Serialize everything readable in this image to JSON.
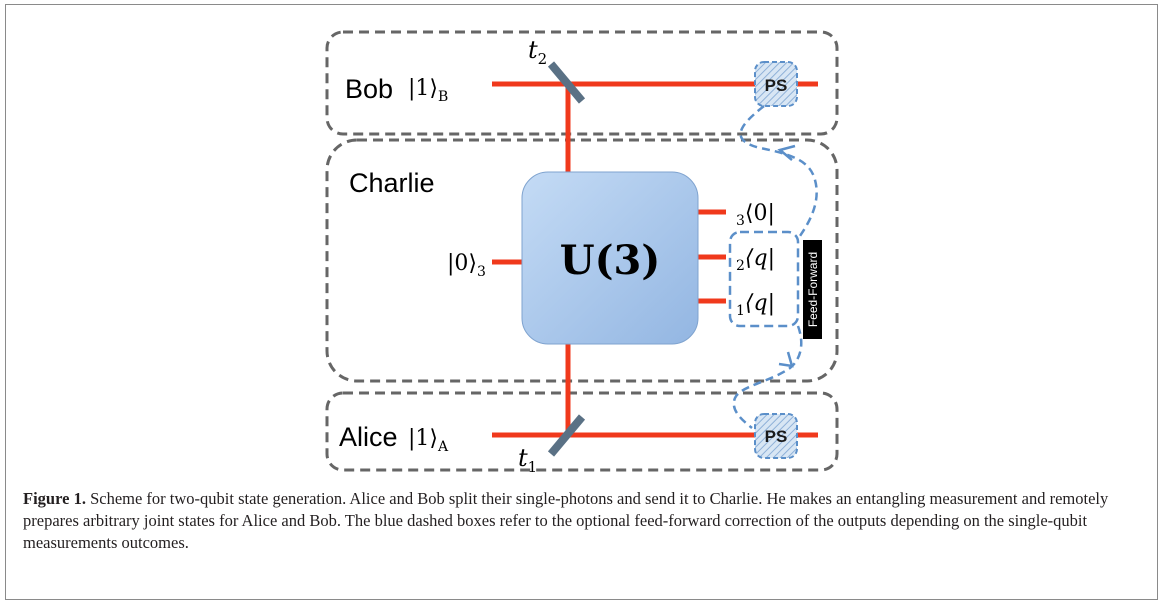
{
  "diagram": {
    "parties": {
      "bob": "Bob",
      "charlie": "Charlie",
      "alice": "Alice"
    },
    "kets": {
      "bob_base": "|1⟩",
      "bob_sub": "B",
      "alice_base": "|1⟩",
      "alice_sub": "A",
      "input_base": "|0⟩",
      "input_sub": "3"
    },
    "bras": [
      {
        "sub": "3",
        "body": "⟨0|"
      },
      {
        "sub": "2",
        "body": "⟨q|"
      },
      {
        "sub": "1",
        "body": "⟨q|"
      }
    ],
    "beamsplitters": {
      "top_base": "t",
      "top_sub": "2",
      "bottom_base": "t",
      "bottom_sub": "1"
    },
    "unitary_label": "U(3)",
    "phase_shifter": "PS",
    "feed_forward": "Feed-Forward",
    "colors": {
      "beam": "#f0391c",
      "unitary_fill": "#a8c8ee",
      "dashed_blue": "#5b8fc9",
      "party_border": "#666666",
      "beamsplitter": "#5a7185"
    }
  },
  "caption": {
    "label": "Figure 1.",
    "text": " Scheme for two-qubit state generation. Alice and Bob split their single-photons and send it to Charlie. He makes an entangling measurement and remotely prepares arbitrary joint states for Alice and Bob. The blue dashed boxes refer to the optional feed-forward correction of the outputs depending on the single-qubit measurements outcomes."
  }
}
